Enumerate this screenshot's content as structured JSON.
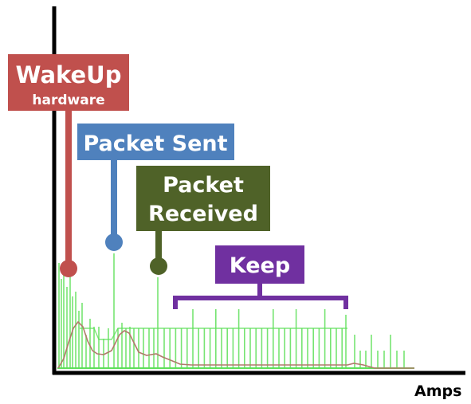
{
  "axis": {
    "x_label": "Amps"
  },
  "annotations": {
    "wakeup": {
      "title": "WakeUp",
      "subtitle": "hardware",
      "color": "#c0504d"
    },
    "packet_sent": {
      "title": "Packet Sent",
      "color": "#4f81bd"
    },
    "packet_received": {
      "line1": "Packet",
      "line2": "Received",
      "color": "#4f6228"
    },
    "keep": {
      "title": "Keep",
      "color": "#7030a0"
    }
  },
  "colors": {
    "axis": "#000000",
    "signal": "#5fe05a",
    "average": "#b07a6a",
    "background": "#ffffff"
  }
}
